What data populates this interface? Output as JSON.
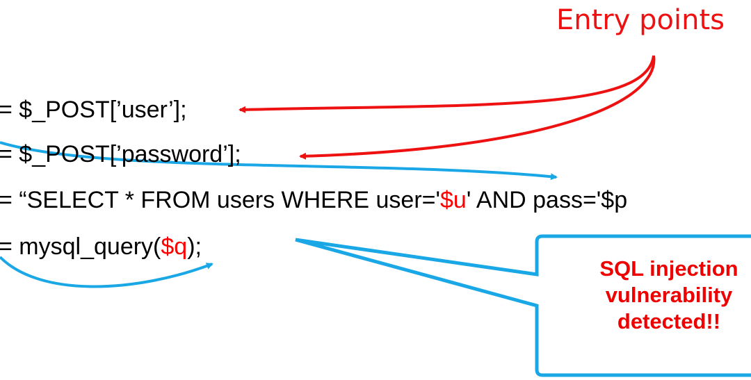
{
  "colors": {
    "code_text": "#000000",
    "variable_highlight": "#ff0000",
    "entry_arrow": "#ee1111",
    "taint_arrow": "#1aa7e6",
    "callout_border": "#1aa7e6",
    "callout_text": "#ee0000"
  },
  "entry_points": {
    "label": "Entry points"
  },
  "code": {
    "line1": {
      "prefix": "= $_POST[’user’];"
    },
    "line2": {
      "prefix": "= $_POST[’password’];"
    },
    "line3": {
      "prefix": "= “SELECT * FROM users WHERE user='",
      "var": "$u",
      "middle": "' AND pass='$p"
    },
    "line4": {
      "prefix": "= mysql_query(",
      "var": "$q",
      "suffix": ");"
    }
  },
  "callout": {
    "line1": "SQL injection",
    "line2": "vulnerability",
    "line3": "detected!!"
  }
}
